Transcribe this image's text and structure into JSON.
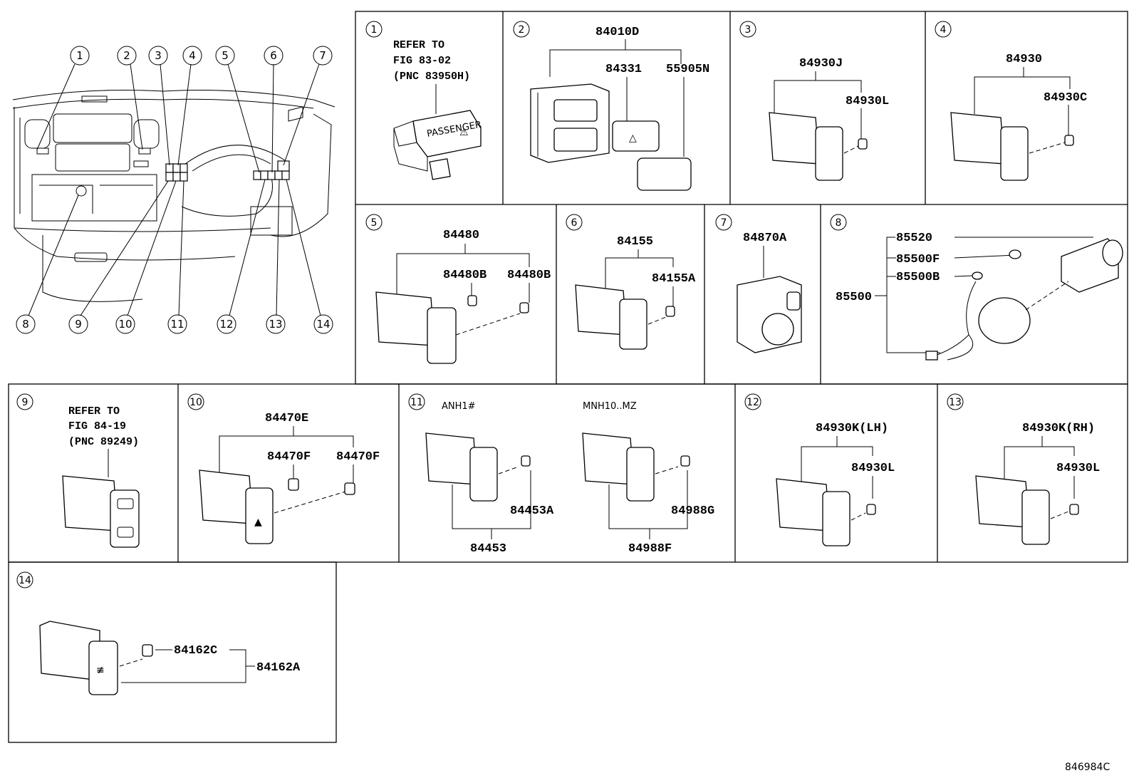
{
  "overview": {
    "top_callouts": [
      "1",
      "2",
      "3",
      "4",
      "5",
      "6",
      "7"
    ],
    "bottom_callouts": [
      "8",
      "9",
      "10",
      "11",
      "12",
      "13",
      "14"
    ]
  },
  "panels": {
    "p1": {
      "num": "1",
      "note": [
        "REFER TO",
        "FIG 83-02",
        "(PNC 83950H)"
      ],
      "switch_text": "PASSENGER"
    },
    "p2": {
      "num": "2",
      "parts": [
        "84010D",
        "84331",
        "55905N"
      ]
    },
    "p3": {
      "num": "3",
      "parts": [
        "84930J",
        "84930L"
      ]
    },
    "p4": {
      "num": "4",
      "parts": [
        "84930",
        "84930C"
      ]
    },
    "p5": {
      "num": "5",
      "parts": [
        "84480",
        "84480B",
        "84480B"
      ]
    },
    "p6": {
      "num": "6",
      "parts": [
        "84155",
        "84155A"
      ]
    },
    "p7": {
      "num": "7",
      "parts": [
        "84870A"
      ]
    },
    "p8": {
      "num": "8",
      "parts": [
        "85520",
        "85500F",
        "85500B",
        "85500"
      ]
    },
    "p9": {
      "num": "9",
      "note": [
        "REFER TO",
        "FIG 84-19",
        "(PNC 89249)"
      ]
    },
    "p10": {
      "num": "10",
      "parts": [
        "84470E",
        "84470F",
        "84470F"
      ]
    },
    "p11": {
      "num": "11",
      "variants": [
        "ANH1#",
        "MNH10..MZ"
      ],
      "parts": [
        "84453A",
        "84453",
        "84988G",
        "84988F"
      ]
    },
    "p12": {
      "num": "12",
      "parts": [
        "84930K(LH)",
        "84930L"
      ]
    },
    "p13": {
      "num": "13",
      "parts": [
        "84930K(RH)",
        "84930L"
      ]
    },
    "p14": {
      "num": "14",
      "parts": [
        "84162C",
        "84162A"
      ]
    }
  },
  "diagram_code": "846984C"
}
